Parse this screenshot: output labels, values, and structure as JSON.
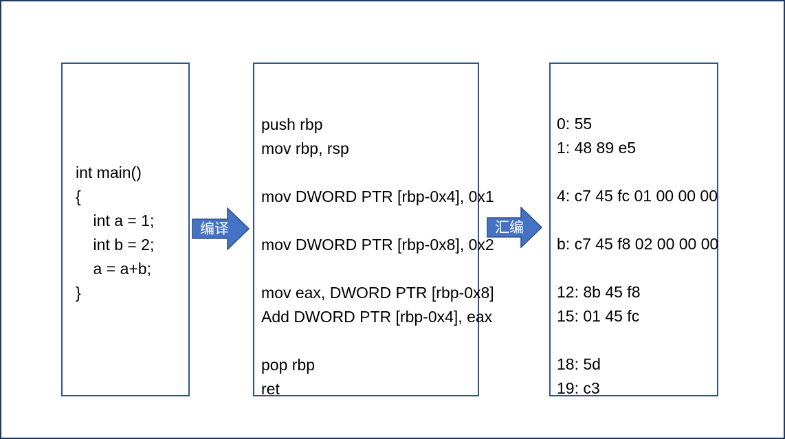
{
  "slide": {
    "frame_color": "#1F3864",
    "background": "#ffffff",
    "box_border_color": "#2E5395",
    "arrow_fill": "#4472C4",
    "arrow_border": "#2F528F",
    "arrow_label_color": "#ffffff"
  },
  "stages": {
    "source": {
      "name": "source-code",
      "text": "int main()\n{\n    int a = 1;\n    int b = 2;\n    a = a+b;\n}"
    },
    "assembly": {
      "name": "assembly-code",
      "text": "push rbp\nmov rbp, rsp\n\nmov DWORD PTR [rbp-0x4], 0x1\n\nmov DWORD PTR [rbp-0x8], 0x2\n\nmov eax, DWORD PTR [rbp-0x8]\nAdd DWORD PTR [rbp-0x4], eax\n\npop rbp\nret"
    },
    "machine": {
      "name": "machine-code",
      "text": "0: 55\n1: 48 89 e5\n\n4: c7 45 fc 01 00 00 00\n\nb: c7 45 f8 02 00 00 00\n\n12: 8b 45 f8\n15: 01 45 fc\n\n18: 5d\n19: c3"
    }
  },
  "arrows": [
    {
      "name": "arrow-compile",
      "label": "编译"
    },
    {
      "name": "arrow-assemble",
      "label": "汇编"
    }
  ]
}
